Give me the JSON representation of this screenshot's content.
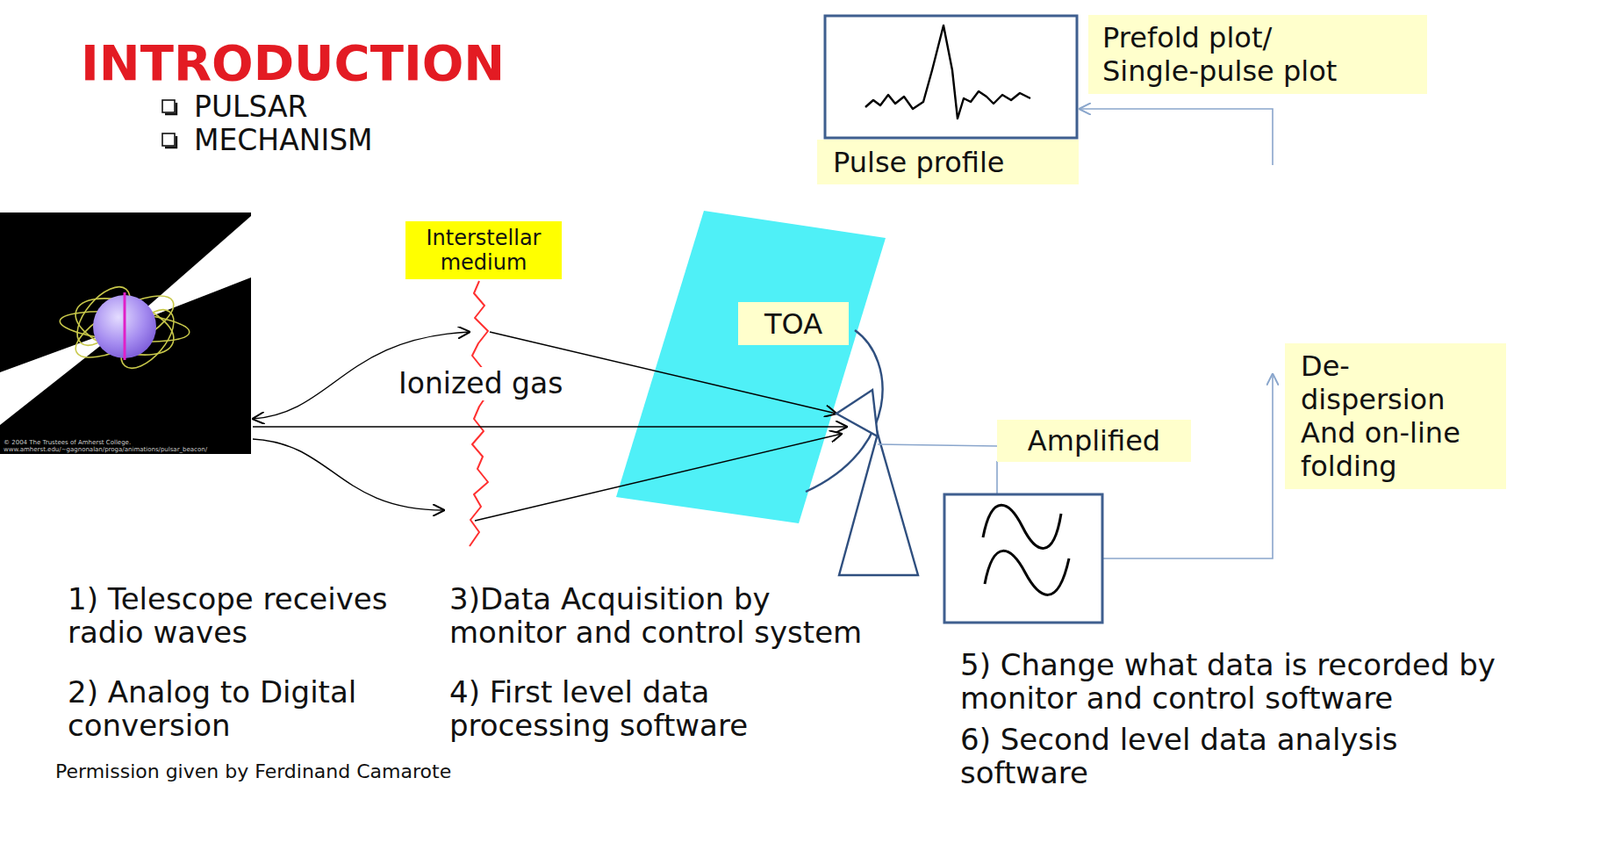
{
  "diagram": {
    "title": "INTRODUCTION",
    "nodes": [
      {
        "text": [
          "Prefold plot/ Single-pulse plot"
        ]
      },
      {
        "text": [
          "Pulse profile"
        ]
      },
      {
        "text": [
          "Interstellar medium"
        ]
      },
      {
        "text": [
          "TOA"
        ]
      },
      {
        "text": [
          "De- dispersion And on-line folding"
        ]
      },
      {
        "text": [
          "Amplified"
        ]
      }
    ],
    "labels": [
      "PULSAR",
      "MECHANISM",
      "© 2004 The Trustees of Amherst College. www.amherst.edu/~gagnonalan/proga/animations/pulsar_beacon/",
      "Ionized gas",
      "1) Telescope receives radio waves",
      "3)Data Acquisition by monitor and control system",
      "2) Analog to Digital conversion",
      "4) First level data processing software",
      "5) Change what data is recorded by monitor and control software",
      "6) Second level data analysis software",
      "Permission given by Ferdinand Camarote"
    ]
  }
}
